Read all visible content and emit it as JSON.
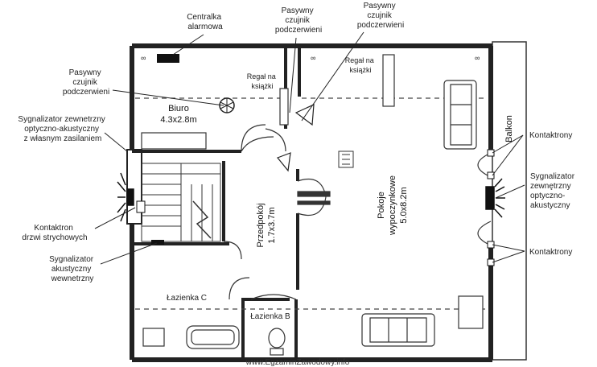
{
  "callouts": {
    "central_unit": [
      "Centralka",
      "alarmowa"
    ],
    "pir_top_1": [
      "Pasywny",
      "czujnik",
      "podczerwieni"
    ],
    "pir_top_2": [
      "Pasywny",
      "czujnik",
      "podczerwieni"
    ],
    "pir_left": [
      "Pasywny",
      "czujnik",
      "podczerwieni"
    ],
    "ext_siren_left": [
      "Sygnalizator zewnetrzny",
      "optyczno-akustyczny",
      "z własnym zasilaniem"
    ],
    "reed_attic": [
      "Kontaktron",
      "drzwi strychowych"
    ],
    "int_siren": [
      "Sygnalizator",
      "akustyczny",
      "wewnetrzny"
    ],
    "reed_right_top": [
      "Kontaktrony"
    ],
    "ext_siren_right": [
      "Sygnalizator",
      "zewnętrzny",
      "optyczno-",
      "akustyczny"
    ],
    "reed_right_bottom": [
      "Kontaktrony"
    ]
  },
  "rooms": {
    "office_name": "Biuro",
    "office_size": "4.3x2.8m",
    "hall_name": "Przedpokój",
    "hall_size": "1.7x3.7m",
    "living_name": "Pokoje",
    "living_sub": "wypoczynkowe",
    "living_size": "5.0x8.2m",
    "bath_c": "Łazienka C",
    "bath_b": "Łazienka B",
    "balcony": "Balkon",
    "shelf_1": [
      "Regał na",
      "książki"
    ],
    "shelf_2": [
      "Regał na",
      "książki"
    ]
  },
  "watermark": "www.EgzaminZawodowy.info"
}
